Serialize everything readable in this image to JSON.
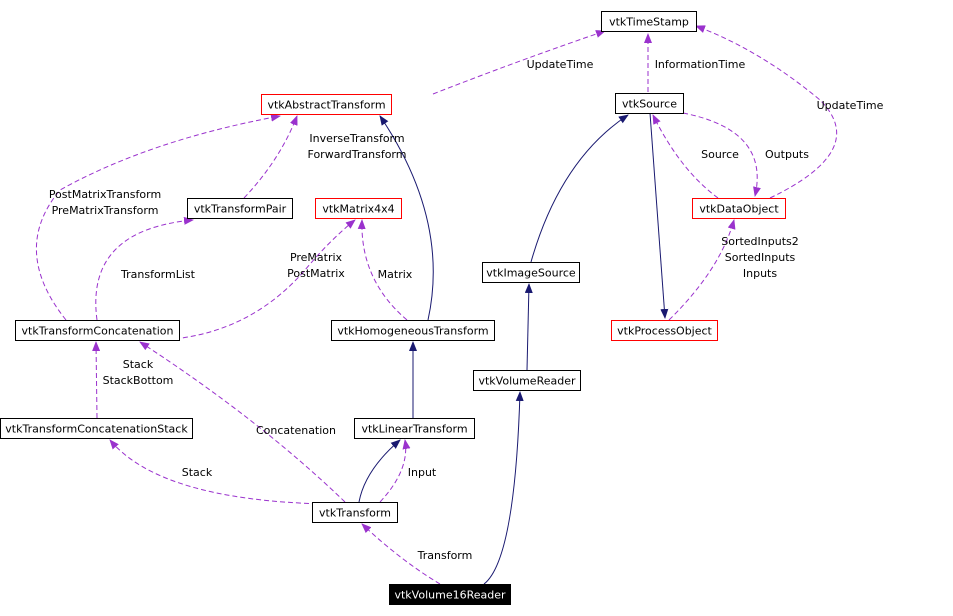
{
  "colors": {
    "inherit": "#191970",
    "use": "#9a32cd",
    "node_black": "#000000",
    "node_red": "#ff0000",
    "highlight_fill": "#000000",
    "highlight_text": "#ffffff"
  },
  "nodes": [
    {
      "id": "vtkTimeStamp",
      "label": "vtkTimeStamp",
      "border": "black"
    },
    {
      "id": "vtkAbstractTransform",
      "label": "vtkAbstractTransform",
      "border": "red"
    },
    {
      "id": "vtkSource",
      "label": "vtkSource",
      "border": "black"
    },
    {
      "id": "vtkTransformPair",
      "label": "vtkTransformPair",
      "border": "black"
    },
    {
      "id": "vtkMatrix4x4",
      "label": "vtkMatrix4x4",
      "border": "red"
    },
    {
      "id": "vtkDataObject",
      "label": "vtkDataObject",
      "border": "red"
    },
    {
      "id": "vtkImageSource",
      "label": "vtkImageSource",
      "border": "black"
    },
    {
      "id": "vtkTransformConcatenation",
      "label": "vtkTransformConcatenation",
      "border": "black"
    },
    {
      "id": "vtkHomogeneousTransform",
      "label": "vtkHomogeneousTransform",
      "border": "black"
    },
    {
      "id": "vtkProcessObject",
      "label": "vtkProcessObject",
      "border": "red"
    },
    {
      "id": "vtkVolumeReader",
      "label": "vtkVolumeReader",
      "border": "black"
    },
    {
      "id": "vtkTransformConcatenationStack",
      "label": "vtkTransformConcatenationStack",
      "border": "black"
    },
    {
      "id": "vtkLinearTransform",
      "label": "vtkLinearTransform",
      "border": "black"
    },
    {
      "id": "vtkTransform",
      "label": "vtkTransform",
      "border": "black"
    },
    {
      "id": "vtkVolume16Reader",
      "label": "vtkVolume16Reader",
      "border": "highlight"
    }
  ],
  "edges": [
    {
      "id": "e1",
      "from": "vtkAbstractTransform",
      "to": "vtkTimeStamp",
      "kind": "use",
      "label": [
        "UpdateTime"
      ]
    },
    {
      "id": "e2",
      "from": "vtkSource",
      "to": "vtkTimeStamp",
      "kind": "use",
      "label": [
        "InformationTime"
      ]
    },
    {
      "id": "e3",
      "from": "vtkDataObject",
      "to": "vtkTimeStamp",
      "kind": "use",
      "label": [
        "UpdateTime"
      ]
    },
    {
      "id": "e4",
      "from": "vtkTransformPair",
      "to": "vtkAbstractTransform",
      "kind": "use",
      "label": [
        "InverseTransform",
        "ForwardTransform"
      ]
    },
    {
      "id": "e5",
      "from": "vtkTransformConcatenation",
      "to": "vtkAbstractTransform",
      "kind": "use",
      "label": [
        "PostMatrixTransform",
        "PreMatrixTransform"
      ]
    },
    {
      "id": "e6",
      "from": "vtkHomogeneousTransform",
      "to": "vtkAbstractTransform",
      "kind": "inherit",
      "label": []
    },
    {
      "id": "e7",
      "from": "vtkDataObject",
      "to": "vtkSource",
      "kind": "use",
      "label": [
        "Source"
      ]
    },
    {
      "id": "e8",
      "from": "vtkSource",
      "to": "vtkDataObject",
      "kind": "use",
      "label": [
        "Outputs"
      ]
    },
    {
      "id": "e9",
      "from": "vtkImageSource",
      "to": "vtkSource",
      "kind": "inherit",
      "label": []
    },
    {
      "id": "e10",
      "from": "vtkSource",
      "to": "vtkProcessObject",
      "kind": "inherit",
      "label": []
    },
    {
      "id": "e11",
      "from": "vtkProcessObject",
      "to": "vtkDataObject",
      "kind": "use",
      "label": [
        "SortedInputs2",
        "SortedInputs",
        "Inputs"
      ]
    },
    {
      "id": "e12",
      "from": "vtkTransformConcatenation",
      "to": "vtkTransformPair",
      "kind": "use",
      "label": [
        "TransformList"
      ]
    },
    {
      "id": "e13",
      "from": "vtkTransformConcatenation",
      "to": "vtkMatrix4x4",
      "kind": "use",
      "label": [
        "PreMatrix",
        "PostMatrix"
      ]
    },
    {
      "id": "e14",
      "from": "vtkHomogeneousTransform",
      "to": "vtkMatrix4x4",
      "kind": "use",
      "label": [
        "Matrix"
      ]
    },
    {
      "id": "e15",
      "from": "vtkVolumeReader",
      "to": "vtkImageSource",
      "kind": "inherit",
      "label": []
    },
    {
      "id": "e16",
      "from": "vtkTransformConcatenationStack",
      "to": "vtkTransformConcatenation",
      "kind": "use",
      "label": [
        "Stack",
        "StackBottom"
      ]
    },
    {
      "id": "e17",
      "from": "vtkLinearTransform",
      "to": "vtkHomogeneousTransform",
      "kind": "inherit",
      "label": []
    },
    {
      "id": "e18",
      "from": "vtkTransform",
      "to": "vtkTransformConcatenation",
      "kind": "use",
      "label": [
        "Concatenation"
      ]
    },
    {
      "id": "e19",
      "from": "vtkTransform",
      "to": "vtkTransformConcatenationStack",
      "kind": "use",
      "label": [
        "Stack"
      ]
    },
    {
      "id": "e20",
      "from": "vtkTransform",
      "to": "vtkLinearTransform",
      "kind": "inherit",
      "label": []
    },
    {
      "id": "e21",
      "from": "vtkTransform",
      "to": "vtkLinearTransform",
      "kind": "use",
      "label": [
        "Input"
      ]
    },
    {
      "id": "e22",
      "from": "vtkVolume16Reader",
      "to": "vtkTransform",
      "kind": "use",
      "label": [
        "Transform"
      ]
    },
    {
      "id": "e23",
      "from": "vtkVolume16Reader",
      "to": "vtkVolumeReader",
      "kind": "inherit",
      "label": []
    }
  ]
}
